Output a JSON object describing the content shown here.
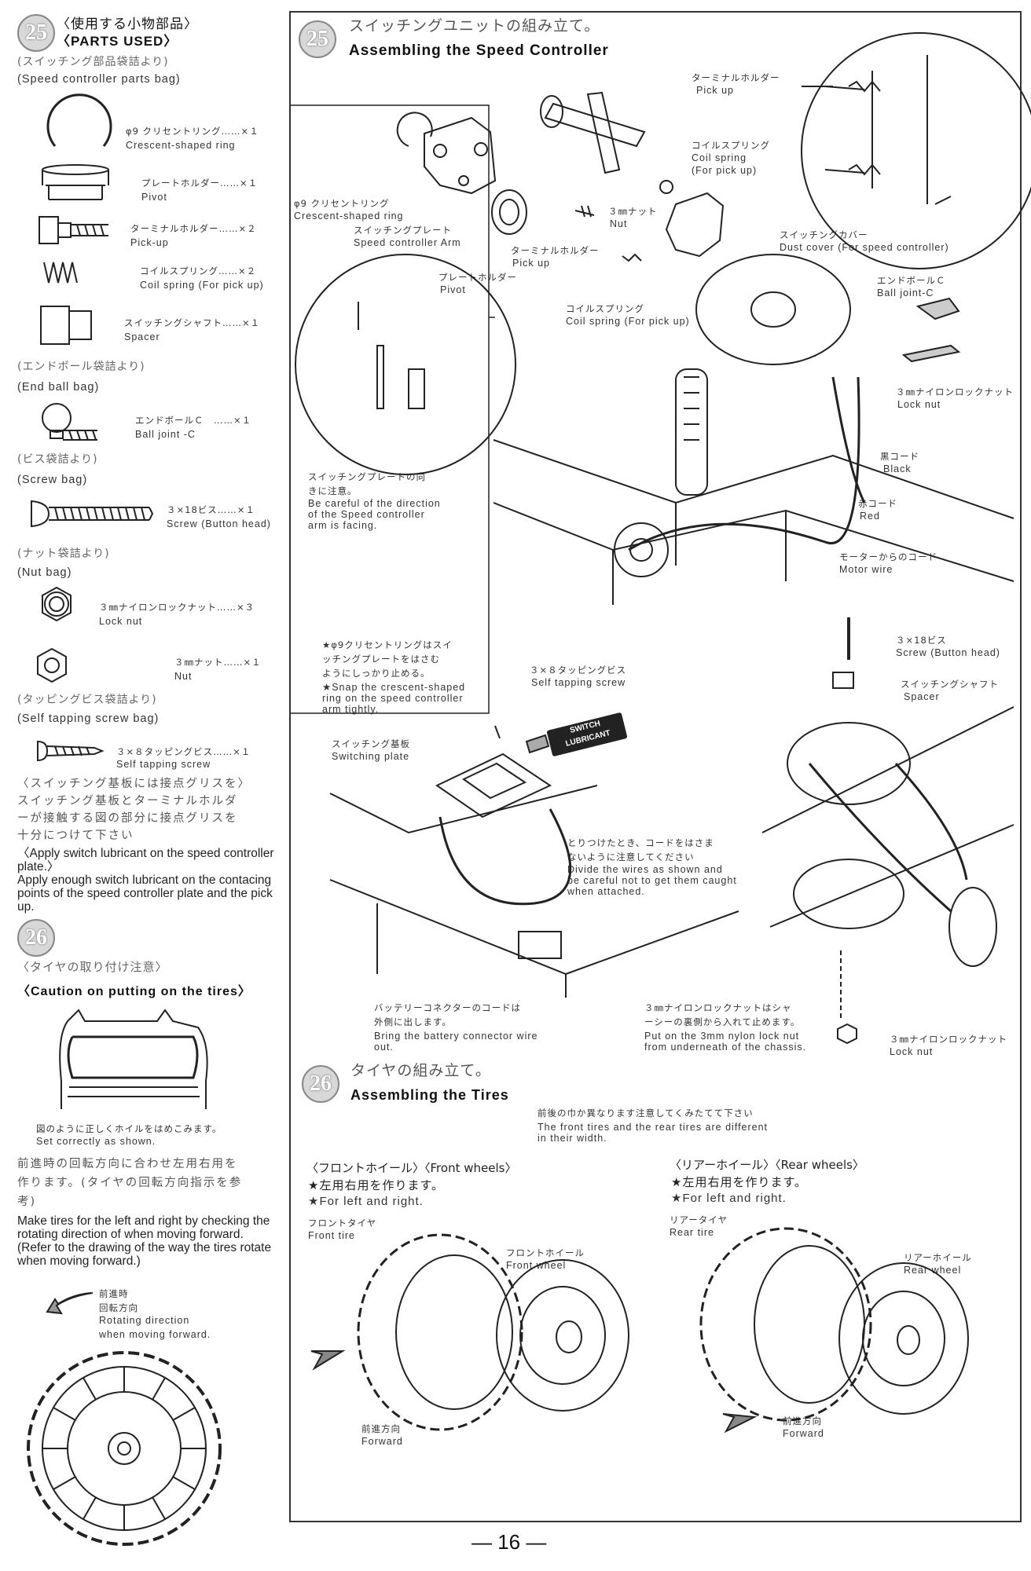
{
  "left": {
    "s25_badge": "25",
    "s25_title_jp": "〈使用する小物部品〉",
    "s25_title_en": "〈PARTS USED〉",
    "bag1_jp": "(スイッチング部品袋詰より)",
    "bag1_en": "(Speed controller parts bag)",
    "p1_jp": "φ9 クリセントリング……×１",
    "p1_en": "Crescent-shaped ring",
    "p2_jp": "プレートホルダー……×１",
    "p2_en": "Pivot",
    "p3_jp": "ターミナルホルダー……×２",
    "p3_en": "Pick-up",
    "p4_jp": "コイルスプリング……×２",
    "p4_en": "Coil spring (For pick up)",
    "p5_jp": "スイッチングシャフト……×１",
    "p5_en": "Spacer",
    "bag2_jp": "(エンドボール袋詰より)",
    "bag2_en": "(End ball bag)",
    "p6_jp": "エンドボールＣ　……×１",
    "p6_en": "Ball joint -C",
    "bag3_jp": "(ビス袋詰より)",
    "bag3_en": "(Screw bag)",
    "p7_jp": "３×18ビス……×１",
    "p7_en": "Screw (Button head)",
    "bag4_jp": "(ナット袋詰より)",
    "bag4_en": "(Nut bag)",
    "p8_jp": "３㎜ナイロンロックナット……×３",
    "p8_en": "Lock nut",
    "p9_jp": "３㎜ナット……×１",
    "p9_en": "Nut",
    "bag5_jp": "(タッピングビス袋詰より)",
    "bag5_en": "(Self tapping screw bag)",
    "p10_jp": "３×８タッピングビス……×１",
    "p10_en": "Self tapping screw",
    "lube_jp_1": "〈スイッチング基板には接点グリスを〉",
    "lube_jp_2": "スイッチング基板とターミナルホルダ",
    "lube_jp_3": "ーが接触する図の部分に接点グリスを",
    "lube_jp_4": "十分につけて下さい",
    "lube_en_1": "〈Apply switch lubricant on the speed controller plate.〉",
    "lube_en_2": "Apply enough switch lubricant on the contacing points of the speed controller plate and the pick up.",
    "s26_badge": "26",
    "s26_title_jp": "〈タイヤの取り付け注意〉",
    "s26_title_en": "〈Caution on putting on the tires〉",
    "tire_fit_jp": "図のように正しくホイルをはめこみます。",
    "tire_fit_en": "Set correctly as shown.",
    "rot_jp_1": "前進時の回転方向に合わせ左用右用を",
    "rot_jp_2": "作ります。(タイヤの回転方向指示を参",
    "rot_jp_3": "考)",
    "rot_en": "Make tires for the left and right by checking the rotating direction of when moving forward. (Refer to the drawing of the way the tires rotate when moving forward.)",
    "dir_jp_1": "前進時",
    "dir_jp_2": "回転方向",
    "dir_en_1": "Rotating direction",
    "dir_en_2": "when moving forward."
  },
  "s25": {
    "badge": "25",
    "title_jp": "スイッチングユニットの組み立て。",
    "title_en": "Assembling the Speed Controller",
    "l_terminal_jp": "ターミナルホルダー",
    "l_terminal_en": "Pick up",
    "l_coil_jp": "コイルスプリング",
    "l_coil_en_1": "Coil spring",
    "l_coil_en_2": "(For pick up)",
    "l_ring_jp": "φ9 クリセントリング",
    "l_ring_en": "Crescent-shaped ring",
    "l_arm_jp": "スイッチングプレート",
    "l_arm_en": "Speed controller Arm",
    "l_nut_jp": "３㎜ナット",
    "l_nut_en": "Nut",
    "l_pickup_jp": "ターミナルホルダー",
    "l_pickup_en": "Pick up",
    "l_pivot_jp": "プレートホルダー",
    "l_pivot_en": "Pivot",
    "l_coil2_jp": "コイルスプリング",
    "l_coil2_en": "Coil spring (For pick up)",
    "l_cover_jp": "スイッチングカバー",
    "l_cover_en": "Dust cover (For speed controller)",
    "l_ball_jp": "エンドボールＣ",
    "l_ball_en": "Ball joint-C",
    "l_lock_jp": "３㎜ナイロンロックナット",
    "l_lock_en": "Lock nut",
    "l_black_jp": "黒コード",
    "l_black_en": "Black",
    "l_red_jp": "赤コード",
    "l_red_en": "Red",
    "l_motor_jp": "モーターからのコード",
    "l_motor_en": "Motor wire",
    "note_dir_jp_1": "スイッチングプレートの向",
    "note_dir_jp_2": "きに注意。",
    "note_dir_en_1": "Be careful of the direction",
    "note_dir_en_2": "of the Speed controller",
    "note_dir_en_3": "arm is facing.",
    "note_snap_jp_1": "★φ9クリセントリングはスイ",
    "note_snap_jp_2": "ッチングプレートをはさむ",
    "note_snap_jp_3": "ようにしっかり止める。",
    "note_snap_en_1": "★Snap the crescent-shaped",
    "note_snap_en_2": "ring on the speed controller",
    "note_snap_en_3": "arm tightly.",
    "l_tap_jp": "３×８タッピングビス",
    "l_tap_en": "Self tapping screw",
    "l_switch_jp": "スイッチング基板",
    "l_switch_en": "Switching plate",
    "l_screw_jp": "３×18ビス",
    "l_screw_en": "Screw (Button head)",
    "l_shaft_jp": "スイッチングシャフト",
    "l_shaft_en": "Spacer",
    "n_wires_jp_1": "とりつけたとき、コードをはさま",
    "n_wires_jp_2": "ないように注意してください",
    "n_wires_en_1": "Divide the wires as shown and",
    "n_wires_en_2": "be careful not to get them caught",
    "n_wires_en_3": "when attached.",
    "n_batt_jp_1": "バッテリーコネクターのコードは",
    "n_batt_jp_2": "外側に出します。",
    "n_batt_en_1": "Bring the battery connector wire",
    "n_batt_en_2": "out.",
    "n_lock_jp_1": "３㎜ナイロンロックナットはシャ",
    "n_lock_jp_2": "ーシーの裏側から入れて止めます。",
    "n_lock_en_1": "Put on the 3mm nylon lock nut",
    "n_lock_en_2": "from underneath of the chassis.",
    "l_lock2_jp": "３㎜ナイロンロックナット",
    "l_lock2_en": "Lock nut",
    "tube_text_1": "SWITCH",
    "tube_text_2": "LUBRICANT"
  },
  "s26": {
    "badge": "26",
    "title_jp": "タイヤの組み立て。",
    "title_en": "Assembling the Tires",
    "note_jp": "前後の巾か異なります注意してくみたてて下さい",
    "note_en_1": "The front tires and the rear tires are different",
    "note_en_2": "in their width.",
    "front_head_jp": "〈フロントホイール〉",
    "front_head_en": "〈Front wheels〉",
    "front_lr_jp": "★左用右用を作ります。",
    "front_lr_en": "★For left and right.",
    "front_tire_jp": "フロントタイヤ",
    "front_tire_en": "Front tire",
    "front_wheel_jp": "フロントホイール",
    "front_wheel_en": "Front wheel",
    "front_fwd_jp": "前進方向",
    "front_fwd_en": "Forward",
    "rear_head_jp": "〈リアーホイール〉",
    "rear_head_en": "〈Rear wheels〉",
    "rear_lr_jp": "★左用右用を作ります。",
    "rear_lr_en": "★For left and right.",
    "rear_tire_jp": "リアータイヤ",
    "rear_tire_en": "Rear tire",
    "rear_wheel_jp": "リアーホイール",
    "rear_wheel_en": "Rear wheel",
    "rear_fwd_jp": "前進方向",
    "rear_fwd_en": "Forward"
  },
  "page_number": "— 16 —"
}
